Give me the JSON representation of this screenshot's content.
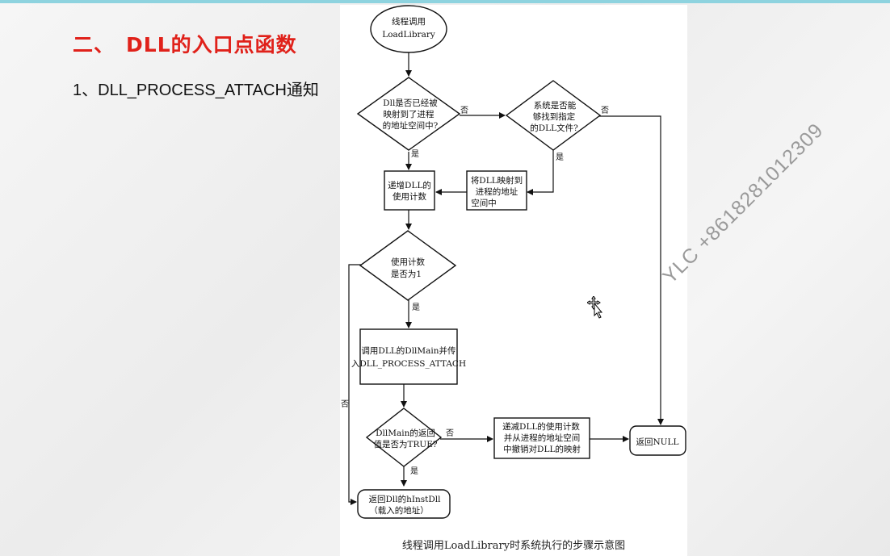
{
  "slide": {
    "heading_number": "二、",
    "heading_text": "DLL的入口点函数",
    "subheading": "1、DLL_PROCESS_ATTACH通知"
  },
  "diagram": {
    "caption": "线程调用LoadLibrary时系统执行的步骤示意图",
    "nodes": {
      "start": [
        "线程调用",
        "LoadLibrary"
      ],
      "mapped_check": [
        "Dll是否已经被",
        "映射到了进程",
        "的地址空间中?"
      ],
      "find_check": [
        "系统是否能",
        "够找到指定",
        "的DLL文件?"
      ],
      "inc_count": [
        "递增DLL的",
        "使用计数"
      ],
      "map_dll": [
        "将DLL映射到",
        "进程的地址",
        "空间中"
      ],
      "count_check": [
        "使用计数",
        "是否为1"
      ],
      "call_main": [
        "调用DLL的DllMain并传",
        "入DLL_PROCESS_ATTACH"
      ],
      "main_check": [
        "DllMain的返回",
        "值是否为TRUE?"
      ],
      "dec_count": [
        "递减DLL的使用计数",
        "并从进程的地址空间",
        "中撤销对DLL的映射"
      ],
      "return_null": [
        "返回NULL"
      ],
      "return_inst": [
        "返回Dll的hInstDll",
        "（载入的地址）"
      ]
    },
    "edge_labels": {
      "no": "否",
      "yes": "是"
    }
  },
  "watermark": "YLC +8618281012309"
}
